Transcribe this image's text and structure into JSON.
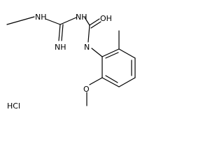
{
  "structure": {
    "atoms": {
      "nh_methyl": "NH",
      "nh_urea": "NH",
      "oh": "OH",
      "imine": "NH",
      "n_aryl": "N",
      "o_methoxy": "O"
    },
    "salt": "HCl"
  }
}
